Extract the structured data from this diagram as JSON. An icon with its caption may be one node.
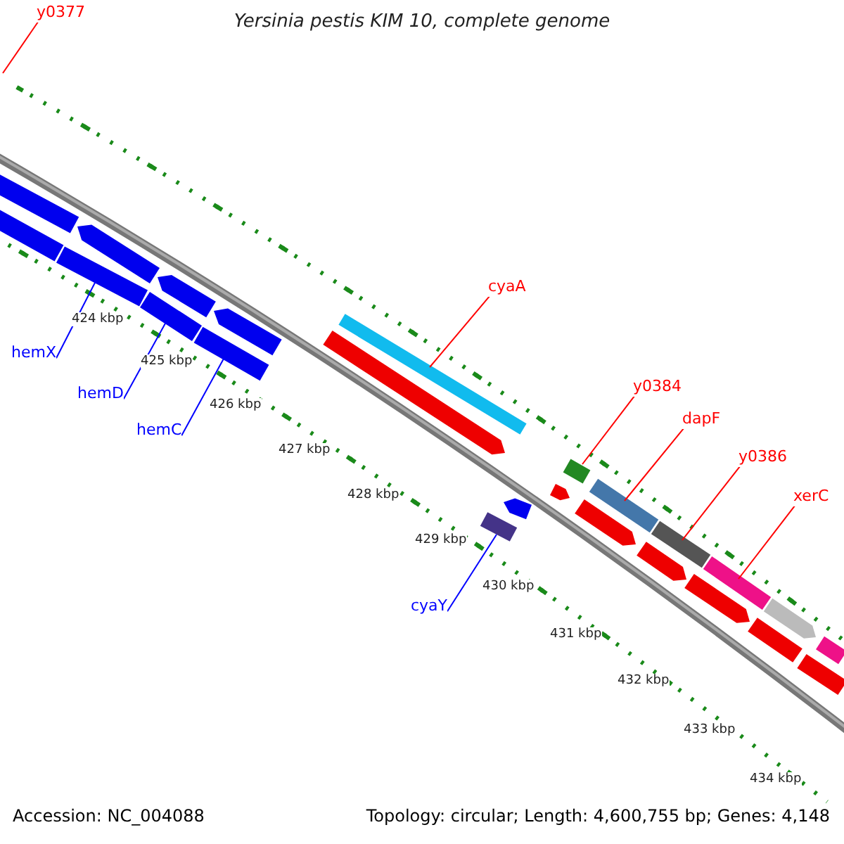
{
  "diagram": {
    "title": "Yersinia pestis KIM 10, complete genome",
    "nodes": [
      {
        "text": [
          "y0377"
        ]
      },
      {
        "text": [
          "hemX"
        ]
      },
      {
        "text": [
          "hemD"
        ]
      },
      {
        "text": [
          "hemC"
        ]
      },
      {
        "text": [
          "cyaA"
        ]
      },
      {
        "text": [
          "y0384"
        ]
      },
      {
        "text": [
          "dapF"
        ]
      },
      {
        "text": [
          "y0386"
        ]
      },
      {
        "text": [
          "xerC"
        ]
      },
      {
        "text": [
          "cyaY"
        ]
      },
      {
        "text": [],
        "shape": "bar"
      },
      {
        "text": [],
        "shape": "bar"
      },
      {
        "text": [],
        "shape": "bar"
      },
      {
        "text": [],
        "shape": "bar"
      },
      {
        "text": [],
        "shape": "bar"
      },
      {
        "text": [],
        "shape": "bar"
      },
      {
        "text": [],
        "shape": "bar"
      },
      {
        "text": [],
        "shape": "bar"
      },
      {
        "text": [],
        "shape": "bar"
      },
      {
        "text": [],
        "shape": "arrow"
      },
      {
        "text": [],
        "shape": "arrow"
      },
      {
        "text": [],
        "shape": "arrow"
      },
      {
        "text": [],
        "shape": "arrow"
      },
      {
        "text": [],
        "shape": "bar"
      },
      {
        "text": [],
        "shape": "arrow"
      },
      {
        "text": [],
        "shape": "arrow"
      },
      {
        "text": [],
        "shape": "arrow"
      },
      {
        "text": [],
        "shape": "arrow"
      },
      {
        "text": [],
        "shape": "arrow"
      },
      {
        "text": [],
        "shape": "arrow"
      },
      {
        "text": [],
        "shape": "bar"
      },
      {
        "text": [],
        "shape": "arrow"
      },
      {
        "text": [],
        "shape": "bar"
      },
      {
        "text": [],
        "shape": "bar"
      }
    ],
    "edges": [
      {
        "from": 0,
        "to": null,
        "arrow": "none"
      },
      {
        "from": 1,
        "to": 10,
        "arrow": "none",
        "color": "#0000ff"
      },
      {
        "from": 2,
        "to": 11,
        "arrow": "none",
        "color": "#0000ff"
      },
      {
        "from": 3,
        "to": 12,
        "arrow": "none",
        "color": "#0000ff"
      },
      {
        "from": 4,
        "to": 13,
        "arrow": "none"
      },
      {
        "from": 5,
        "to": 14,
        "arrow": "none"
      },
      {
        "from": 6,
        "to": 15,
        "arrow": "none"
      },
      {
        "from": 7,
        "to": 16,
        "arrow": "none"
      },
      {
        "from": 8,
        "to": 17,
        "arrow": "none"
      },
      {
        "from": 9,
        "to": 18,
        "arrow": "none",
        "color": "#0000ff"
      }
    ],
    "labels": [
      "424 kbp",
      "425 kbp",
      "426 kbp",
      "427 kbp",
      "428 kbp",
      "429 kbp",
      "430 kbp",
      "431 kbp",
      "432 kbp",
      "433 kbp",
      "434 kbp",
      "Accession: NC_004088",
      "Topology: circular; Length: 4,600,755 bp; Genes: 4,148"
    ]
  }
}
